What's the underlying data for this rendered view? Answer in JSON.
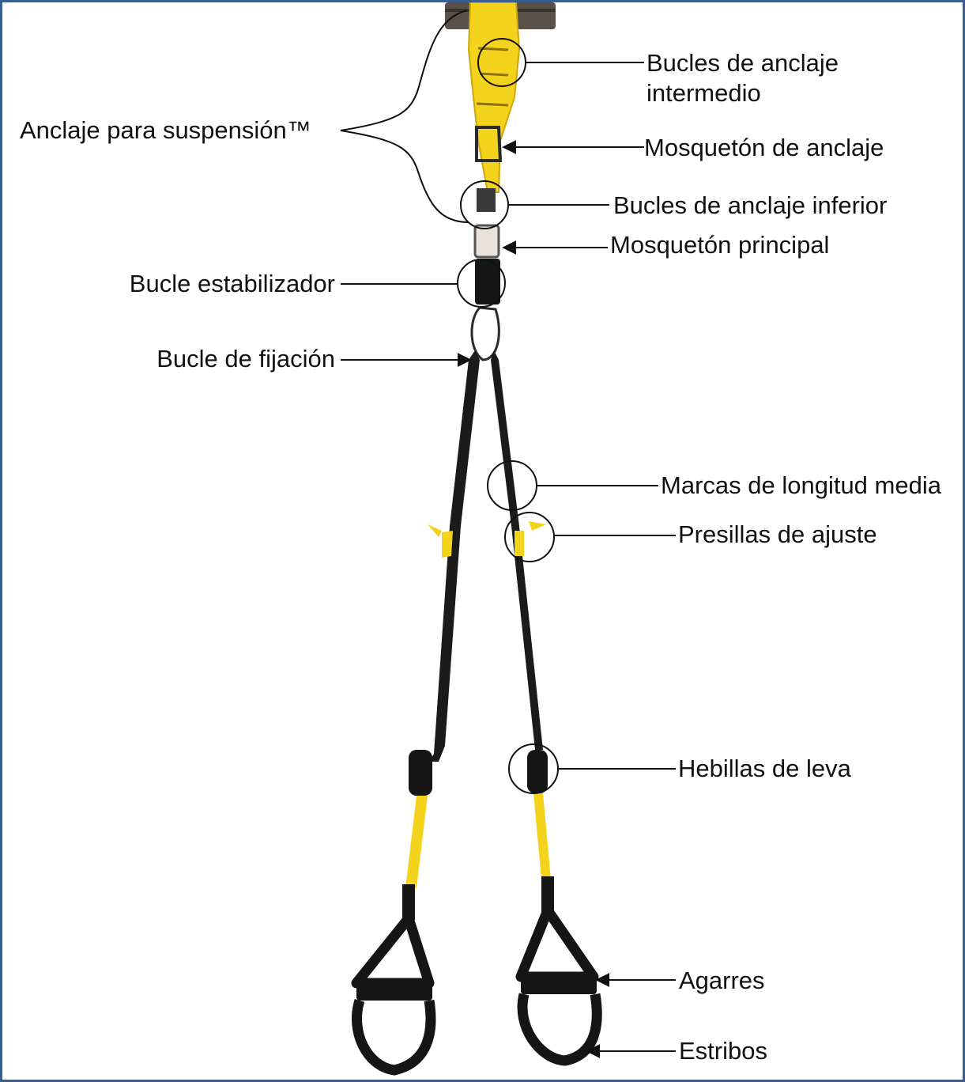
{
  "colors": {
    "border": "#3a5f8f",
    "strap_yellow": "#f4d31c",
    "strap_black": "#1b1b1b",
    "handle_black": "#151515",
    "callout_line": "#111111"
  },
  "labels": {
    "bucles_intermedio_line1": "Bucles de anclaje",
    "bucles_intermedio_line2": "intermedio",
    "anclaje_suspension": "Anclaje para suspensión™",
    "mosqueton_anclaje": "Mosquetón de anclaje",
    "bucles_inferior": "Bucles de anclaje inferior",
    "mosqueton_principal": "Mosquetón principal",
    "bucle_estabilizador": "Bucle estabilizador",
    "bucle_fijacion": "Bucle de fijación",
    "marcas_longitud": "Marcas de longitud media",
    "presillas_ajuste": "Presillas de ajuste",
    "hebillas_leva": "Hebillas de leva",
    "agarres": "Agarres",
    "estribos": "Estribos"
  }
}
